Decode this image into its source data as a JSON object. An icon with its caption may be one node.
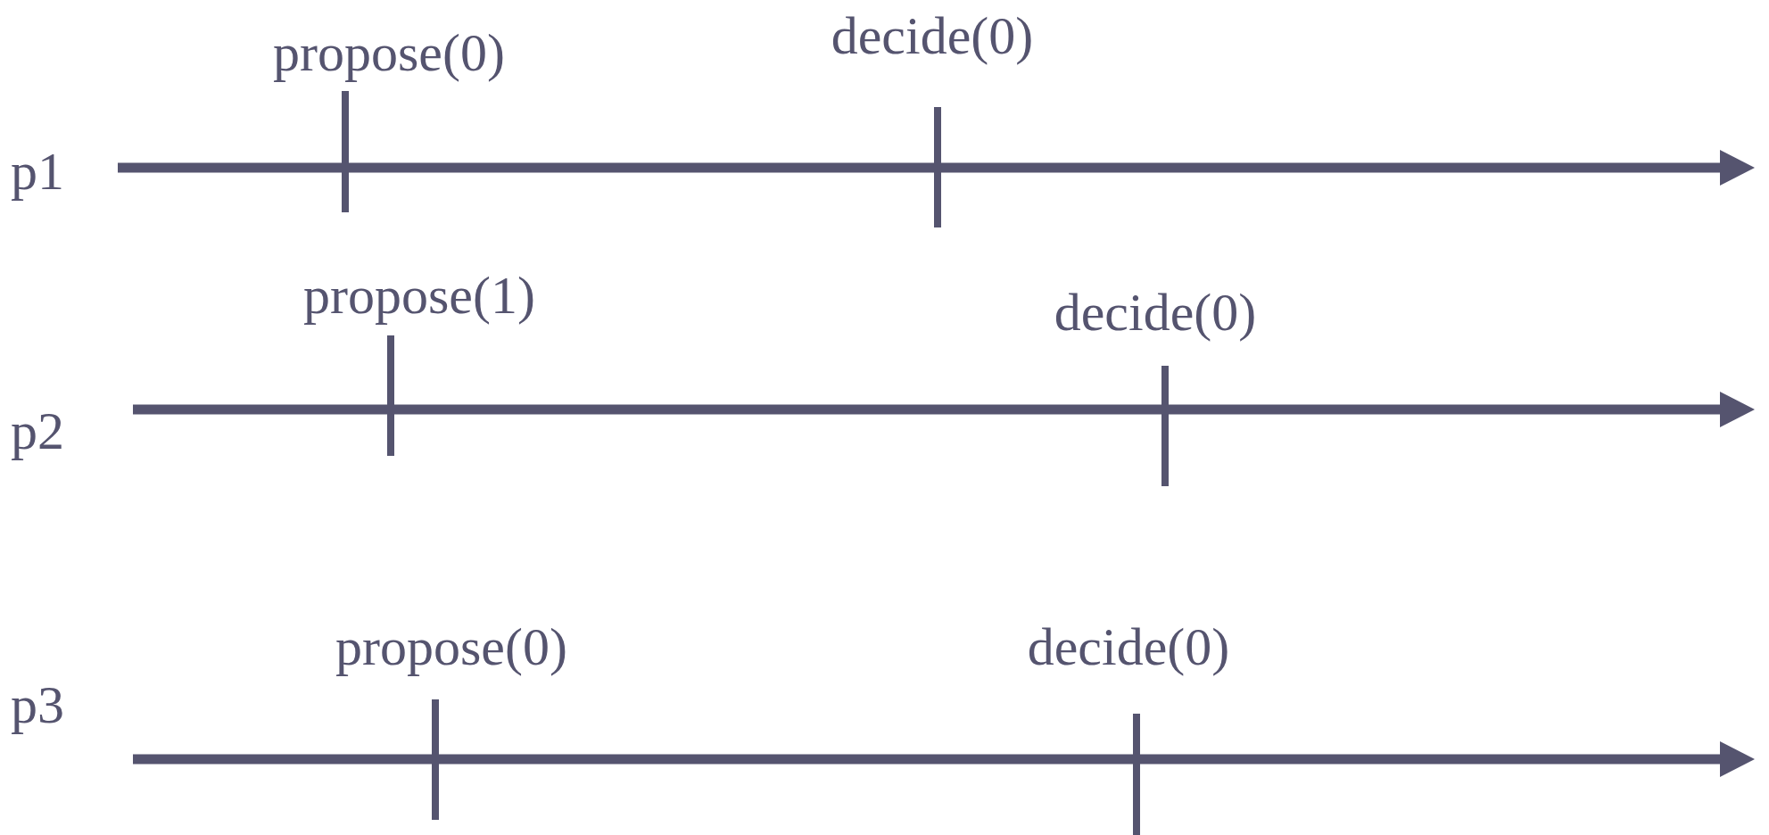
{
  "diagram": {
    "labels": [
      "p1",
      "propose(0)",
      "decide(0)",
      "p2",
      "propose(1)",
      "decide(0)",
      "p3",
      "propose(0)",
      "decide(0)"
    ]
  }
}
